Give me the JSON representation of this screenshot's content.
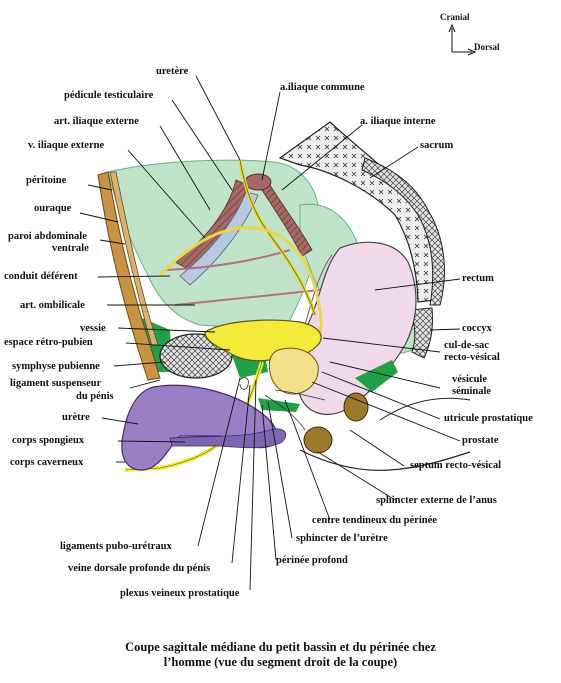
{
  "orientation": {
    "cranial": "Cranial",
    "dorsal": "Dorsal"
  },
  "labels": {
    "uretere": "uretère",
    "pedicule_testiculaire": "pédicule testiculaire",
    "art_iliaque_externe": "art. iliaque externe",
    "v_iliaque_externe": "v. iliaque externe",
    "peritoine": "péritoine",
    "ouraque": "ouraque",
    "paroi_abdominale_1": "paroi abdominale",
    "paroi_abdominale_2": "ventrale",
    "conduit_deferent": "conduit déférent",
    "art_ombilicale": "art. ombilicale",
    "vessie": "vessie",
    "espace_retro_pubien": "espace rétro-pubien",
    "symphyse_pubienne": "symphyse pubienne",
    "ligament_suspenseur_1": "ligament suspenseur",
    "ligament_suspenseur_2": "du pénis",
    "uretre": "urètre",
    "corps_spongieux": "corps spongieux",
    "corps_caverneux": "corps caverneux",
    "ligaments_pubo_uretraux": "ligaments pubo-urétraux",
    "veine_dorsale": "veine dorsale profonde du pénis",
    "plexus_veineux": "plexus veineux prostatique",
    "a_iliaque_commune": "a.iliaque commune",
    "a_iliaque_interne": "a. iliaque interne",
    "sacrum": "sacrum",
    "rectum": "rectum",
    "coccyx": "coccyx",
    "cul_de_sac_1": "cul-de-sac",
    "cul_de_sac_2": "recto-vésical",
    "vesicule_1": "vésicule",
    "vesicule_2": "séminale",
    "utricule_prostatique": "utricule prostatique",
    "prostate": "prostate",
    "septum_recto_vesical": "septum recto-vésical",
    "sphincter_externe_anus": "sphincter externe de l’anus",
    "centre_tendineux": "centre tendineux du périnée",
    "sphincter_uretre": "sphincter de l’urètre",
    "perinee_profond": "périnée profond"
  },
  "caption": {
    "line1": "Coupe sagittale médiane du petit bassin et du périnée chez",
    "line2": "l’homme (vue du segment droit de la coupe)"
  },
  "colors": {
    "peritoneal": "#bfe3c8",
    "green_fascia": "#22a048",
    "bladder": "#f4ea3a",
    "prostate": "#f3e08a",
    "rectum": "#f2d9ea",
    "penis": "#9a7fc6",
    "bone_hatch": "#d9d9d9",
    "wall_brown": "#b5843a",
    "vessel_red": "#b5717a",
    "vein_blue": "#b9c8de"
  }
}
